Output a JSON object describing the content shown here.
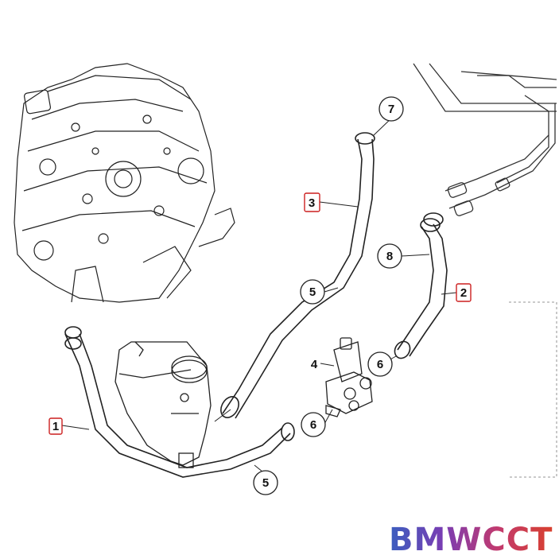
{
  "diagram": {
    "callouts": [
      {
        "id": "callout-1",
        "label": "1",
        "boxed": true
      },
      {
        "id": "callout-2",
        "label": "2",
        "boxed": true
      },
      {
        "id": "callout-3",
        "label": "3",
        "boxed": true
      },
      {
        "id": "callout-4",
        "label": "4",
        "boxed": false
      },
      {
        "id": "callout-5-upper",
        "label": "5",
        "boxed": false
      },
      {
        "id": "callout-5-lower",
        "label": "5",
        "boxed": false
      },
      {
        "id": "callout-6-upper",
        "label": "6",
        "boxed": false
      },
      {
        "id": "callout-6-lower",
        "label": "6",
        "boxed": false
      },
      {
        "id": "callout-7",
        "label": "7",
        "boxed": false
      },
      {
        "id": "callout-8",
        "label": "8",
        "boxed": false
      }
    ],
    "box_color": "#cc1f1f"
  },
  "watermark": {
    "text": "BMWCCT",
    "colors": [
      "#3a5fbf",
      "#7a3db3",
      "#c23a6e",
      "#d8402e"
    ]
  }
}
